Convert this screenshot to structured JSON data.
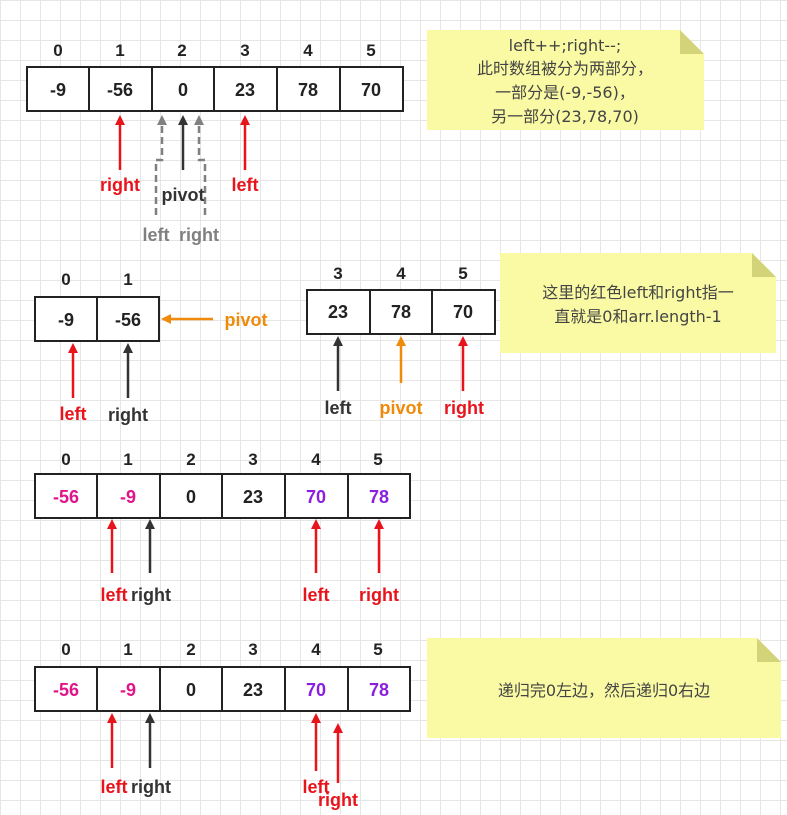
{
  "colors": {
    "red": "#e8141c",
    "black": "#333333",
    "gray": "#808080",
    "orange": "#f08a0a",
    "magenta": "#e0158a",
    "purple": "#8a1fe0",
    "note_bg": "#fafaa5",
    "note_fold": "#d3d37a"
  },
  "panel1": {
    "indices": [
      "0",
      "1",
      "2",
      "3",
      "4",
      "5"
    ],
    "values": [
      "-9",
      "-56",
      "0",
      "23",
      "78",
      "70"
    ],
    "labels": {
      "right": "right",
      "pivot": "pivot",
      "left": "left",
      "left_gray": "left",
      "right_gray": "right"
    }
  },
  "note1": {
    "lines": [
      "left++;right--;",
      "此时数组被分为两部分，",
      "一部分是(-9,-56)，",
      "另一部分(23,78,70)"
    ]
  },
  "panel2a": {
    "indices": [
      "0",
      "1"
    ],
    "values": [
      "-9",
      "-56"
    ],
    "labels": {
      "pivot": "pivot",
      "left": "left",
      "right": "right"
    }
  },
  "panel2b": {
    "indices": [
      "3",
      "4",
      "5"
    ],
    "values": [
      "23",
      "78",
      "70"
    ],
    "labels": {
      "left": "left",
      "pivot": "pivot",
      "right": "right"
    }
  },
  "note2": {
    "lines": [
      "这里的红色left和right指一",
      "直就是0和arr.length-1"
    ]
  },
  "panel3": {
    "indices": [
      "0",
      "1",
      "2",
      "3",
      "4",
      "5"
    ],
    "values": [
      "-56",
      "-9",
      "0",
      "23",
      "70",
      "78"
    ],
    "labels": {
      "left_a": "left",
      "right_a": "right",
      "left_b": "left",
      "right_b": "right"
    }
  },
  "panel4": {
    "indices": [
      "0",
      "1",
      "2",
      "3",
      "4",
      "5"
    ],
    "values": [
      "-56",
      "-9",
      "0",
      "23",
      "70",
      "78"
    ],
    "labels": {
      "left_a": "left",
      "right_a": "right",
      "left_b": "left",
      "right_b": "right"
    }
  },
  "note3": {
    "lines": [
      "递归完0左边，然后递归0右边"
    ]
  }
}
